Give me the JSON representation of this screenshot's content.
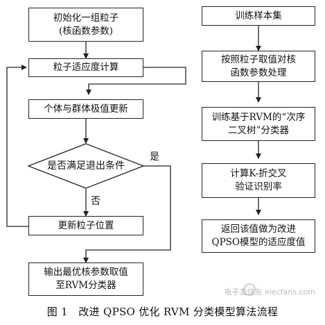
{
  "diagram": {
    "left": {
      "init": [
        "初始化一组粒子",
        "(核函数参数)"
      ],
      "fitness": [
        "粒子适应度计算"
      ],
      "update_best": [
        "个体与群体极值更新"
      ],
      "decision": "是否满足退出条件",
      "yes_label": "是",
      "no_label": "否",
      "update_pos": [
        "更新粒子位置"
      ],
      "output": [
        "输出最优核参数取值",
        "至RVM分类器"
      ]
    },
    "right": {
      "training": [
        "训练样本集"
      ],
      "process": [
        "按照粒子取值对核",
        "函数参数处理"
      ],
      "train": [
        "训练基于RVM的“次序",
        "二叉树”分类器"
      ],
      "kfold": [
        "计算K-折交叉",
        "验证识别率"
      ],
      "return": [
        "返回该值做为改进",
        "QPSO模型的适应度值"
      ]
    }
  },
  "caption": "图 1　改进 QPSO 优化 RVM 分类模型算法流程",
  "watermark": "电子发烧友 elecfans.com"
}
